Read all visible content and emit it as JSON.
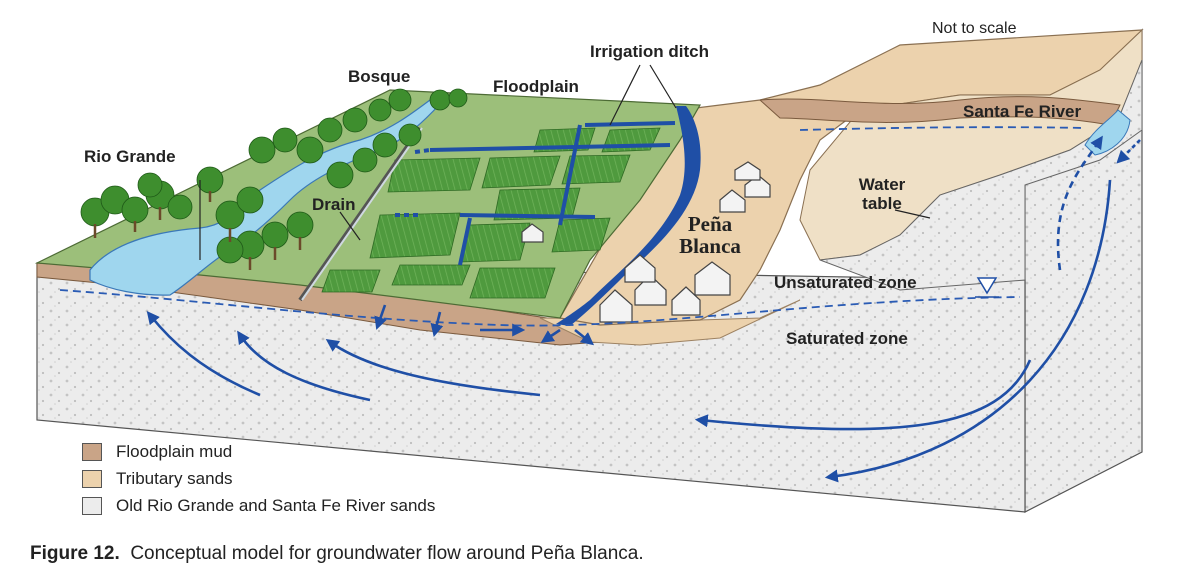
{
  "diagram": {
    "labels": {
      "not_to_scale": "Not to scale",
      "irrigation_ditch": "Irrigation ditch",
      "bosque": "Bosque",
      "floodplain": "Floodplain",
      "rio_grande": "Rio Grande",
      "santa_fe_river": "Santa Fe River",
      "water_table_line1": "Water",
      "water_table_line2": "table",
      "drain": "Drain",
      "pena_blanca_line1": "Peña",
      "pena_blanca_line2": "Blanca",
      "unsaturated_zone": "Unsaturated zone",
      "saturated_zone": "Saturated zone"
    },
    "legend": [
      {
        "label": "Floodplain mud",
        "color": "#c9a487"
      },
      {
        "label": "Tributary sands",
        "color": "#ecd2ad"
      },
      {
        "label": "Old Rio Grande and Santa Fe River sands",
        "color": "#ececec"
      }
    ],
    "caption": {
      "figure": "Figure 12.",
      "text": "Conceptual model for groundwater flow around Peña Blanca."
    },
    "colors": {
      "floodplain_green": "#9cbf7a",
      "field_green": "#4f9a3e",
      "water_blue": "#9fd6ee",
      "flow_arrow": "#1f4fa6",
      "tributary_sand": "#ecd2ad",
      "floodplain_mud": "#c9a487",
      "aquifer_sand": "#ececec"
    }
  }
}
